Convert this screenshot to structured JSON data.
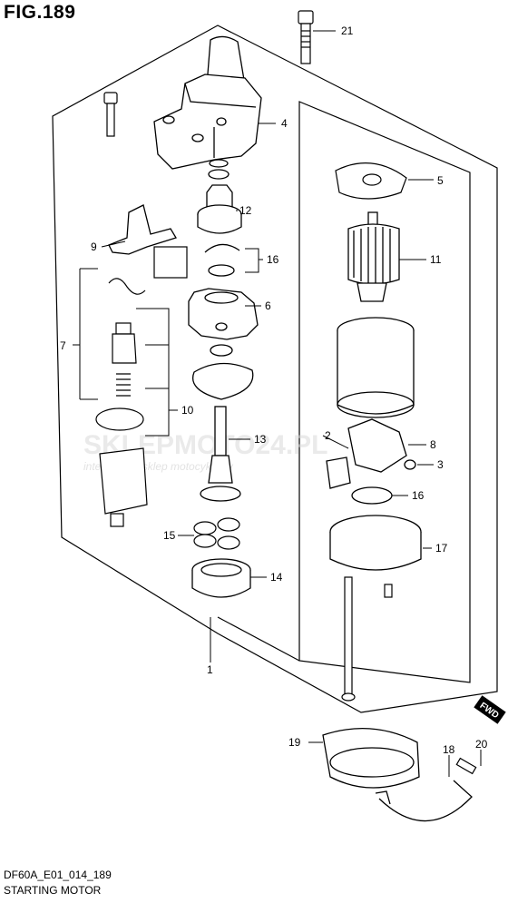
{
  "figure": {
    "title": "FIG.189",
    "reference_code": "DF60A_E01_014_189",
    "caption": "STARTING MOTOR"
  },
  "watermark": {
    "brand": "SKLEPMOTO24.PL",
    "tagline": "internetowy sklep motocyklowy"
  },
  "fwd_badge": "FWD",
  "callouts": {
    "c1": "1",
    "c2": "2",
    "c3": "3",
    "c4": "4",
    "c5": "5",
    "c6": "6",
    "c7": "7",
    "c8": "8",
    "c9": "9",
    "c10": "10",
    "c11": "11",
    "c12": "12",
    "c13": "13",
    "c14": "14",
    "c15": "15",
    "c16a": "16",
    "c16b": "16",
    "c17": "17",
    "c18": "18",
    "c19": "19",
    "c20": "20",
    "c21": "21"
  },
  "colors": {
    "line": "#000000",
    "watermark": "#e8b4b0"
  }
}
